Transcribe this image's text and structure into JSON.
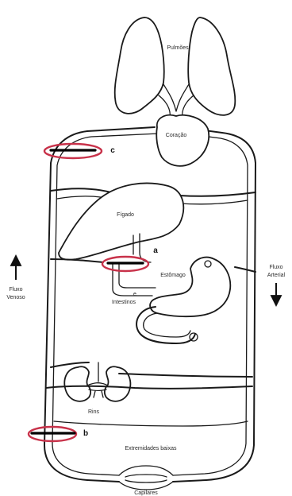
{
  "labels": {
    "pulmoes": "Pulmões",
    "coracao": "Coração",
    "figado": "Fígado",
    "estomago": "Estômago",
    "intestinos": "Intestinos",
    "intestinos_conj": "e",
    "rins": "Rins",
    "extremidades": "Extremidades baixas",
    "cauda": "Capilares",
    "fluxo_venoso_line1": "Fluxo",
    "fluxo_venoso_line2": "Venoso",
    "fluxo_arterial_line1": "Fluxo",
    "fluxo_arterial_line2": "Arterial"
  },
  "markers": {
    "a": "a",
    "b": "b",
    "c": "c"
  },
  "colors": {
    "marker_ring": "#c8324a",
    "line": "#1a1a1a"
  }
}
